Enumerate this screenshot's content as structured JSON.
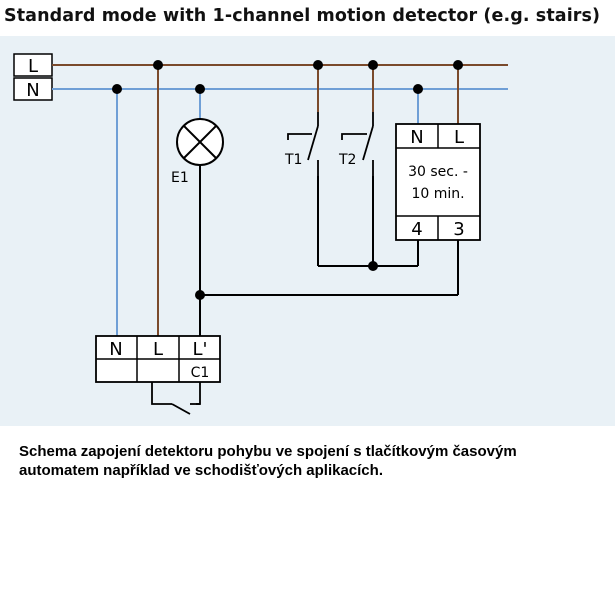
{
  "title": "Standard mode with 1-channel motion detector (e.g. stairs)",
  "bus": {
    "line_label": "L",
    "neutral_label": "N",
    "line_color": "#7a4a2c",
    "neutral_color": "#6f9fd6",
    "panel_color": "#e9f1f6"
  },
  "lamp": {
    "label": "E1"
  },
  "pushbuttons": [
    {
      "label": "T1"
    },
    {
      "label": "T2"
    }
  ],
  "timer": {
    "terminal_n": "N",
    "terminal_l": "L",
    "range_line1": "30 sec. -",
    "range_line2": "10 min.",
    "terminal_4": "4",
    "terminal_3": "3"
  },
  "detector": {
    "terminal_n": "N",
    "terminal_l": "L",
    "terminal_lp": "L'",
    "channel_label": "C1"
  },
  "caption_line1": "Schema zapojení detektoru pohybu ve spojení s tlačítkovým časovým",
  "caption_line2": "automatem například ve schodišťových aplikacích."
}
